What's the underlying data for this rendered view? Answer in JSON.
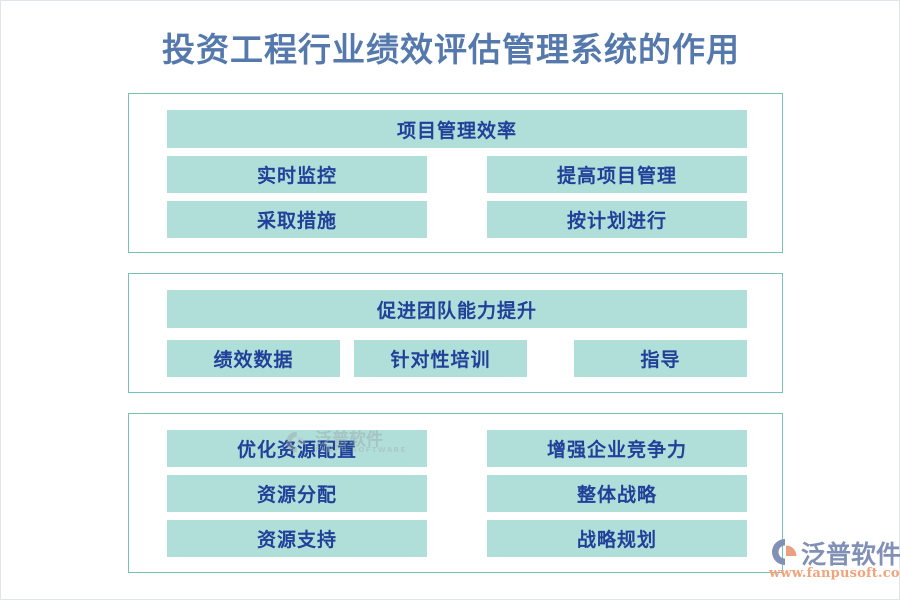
{
  "page": {
    "title": "投资工程行业绩效评估管理系统的作用",
    "title_color": "#5579ad",
    "background_color": "#ffffff",
    "frame_border_color": "#dfe6ea"
  },
  "theme": {
    "section_border_color": "#74c3b6",
    "bar_fill_color": "#b0ded8",
    "bar_text_color": "#20409a",
    "logo_text_color": "#8190b5",
    "logo_accent_color": "#e8a080",
    "logo_url_color": "#f0a37c",
    "watermark_color": "#9aa5a8"
  },
  "sections": [
    {
      "id": "project-management-efficiency",
      "header": "项目管理效率",
      "layout": "two-column",
      "rows": [
        {
          "left": "实时监控",
          "right": "提高项目管理"
        },
        {
          "left": "采取措施",
          "right": "按计划进行"
        }
      ]
    },
    {
      "id": "team-capability-improvement",
      "header": "促进团队能力提升",
      "layout": "three-column",
      "items": [
        "绩效数据",
        "针对性培训",
        "指导"
      ]
    },
    {
      "id": "resource-and-strategy",
      "header": null,
      "layout": "two-column",
      "rows": [
        {
          "left": "优化资源配置",
          "right": "增强企业竞争力"
        },
        {
          "left": "资源分配",
          "right": "整体战略"
        },
        {
          "left": "资源支持",
          "right": "战略规划"
        }
      ]
    }
  ],
  "watermark": {
    "text": "泛普软件",
    "subtext": "FANPU SOFTWARE"
  },
  "brand": {
    "name": "泛普软件",
    "url": "www.fanpusoft.com"
  }
}
